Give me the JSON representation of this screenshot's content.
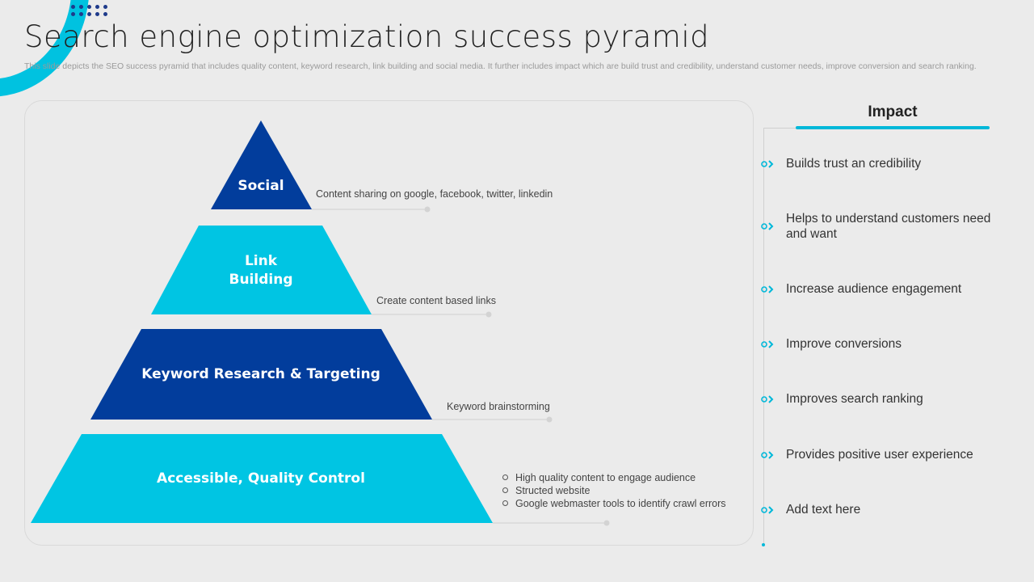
{
  "slide": {
    "title": "Search engine optimization success pyramid",
    "subtitle": "This slide depicts the SEO success pyramid that includes quality content, keyword research, link building and social media. It further includes impact which are build trust and credibility, understand customer needs, improve conversion and search ranking."
  },
  "colors": {
    "dark_blue": "#023d9c",
    "cyan": "#00c5e3",
    "accent": "#00b8d9"
  },
  "pyramid": {
    "tiers": [
      {
        "label": "Social",
        "description": "Content sharing on google, facebook, twitter, linkedin"
      },
      {
        "label": "Link\nBuilding",
        "description": "Create content based links"
      },
      {
        "label": "Keyword Research & Targeting",
        "description": "Keyword brainstorming"
      },
      {
        "label": "Accessible, Quality Control",
        "bullets": [
          "High quality content to engage audience",
          "Structed website",
          "Google webmaster tools to identify crawl errors"
        ]
      }
    ]
  },
  "impact": {
    "heading": "Impact",
    "items": [
      "Builds trust an credibility",
      "Helps to understand customers need and want",
      "Increase audience engagement",
      "Improve conversions",
      "Improves search ranking",
      "Provides positive user experience",
      "Add text here"
    ]
  }
}
